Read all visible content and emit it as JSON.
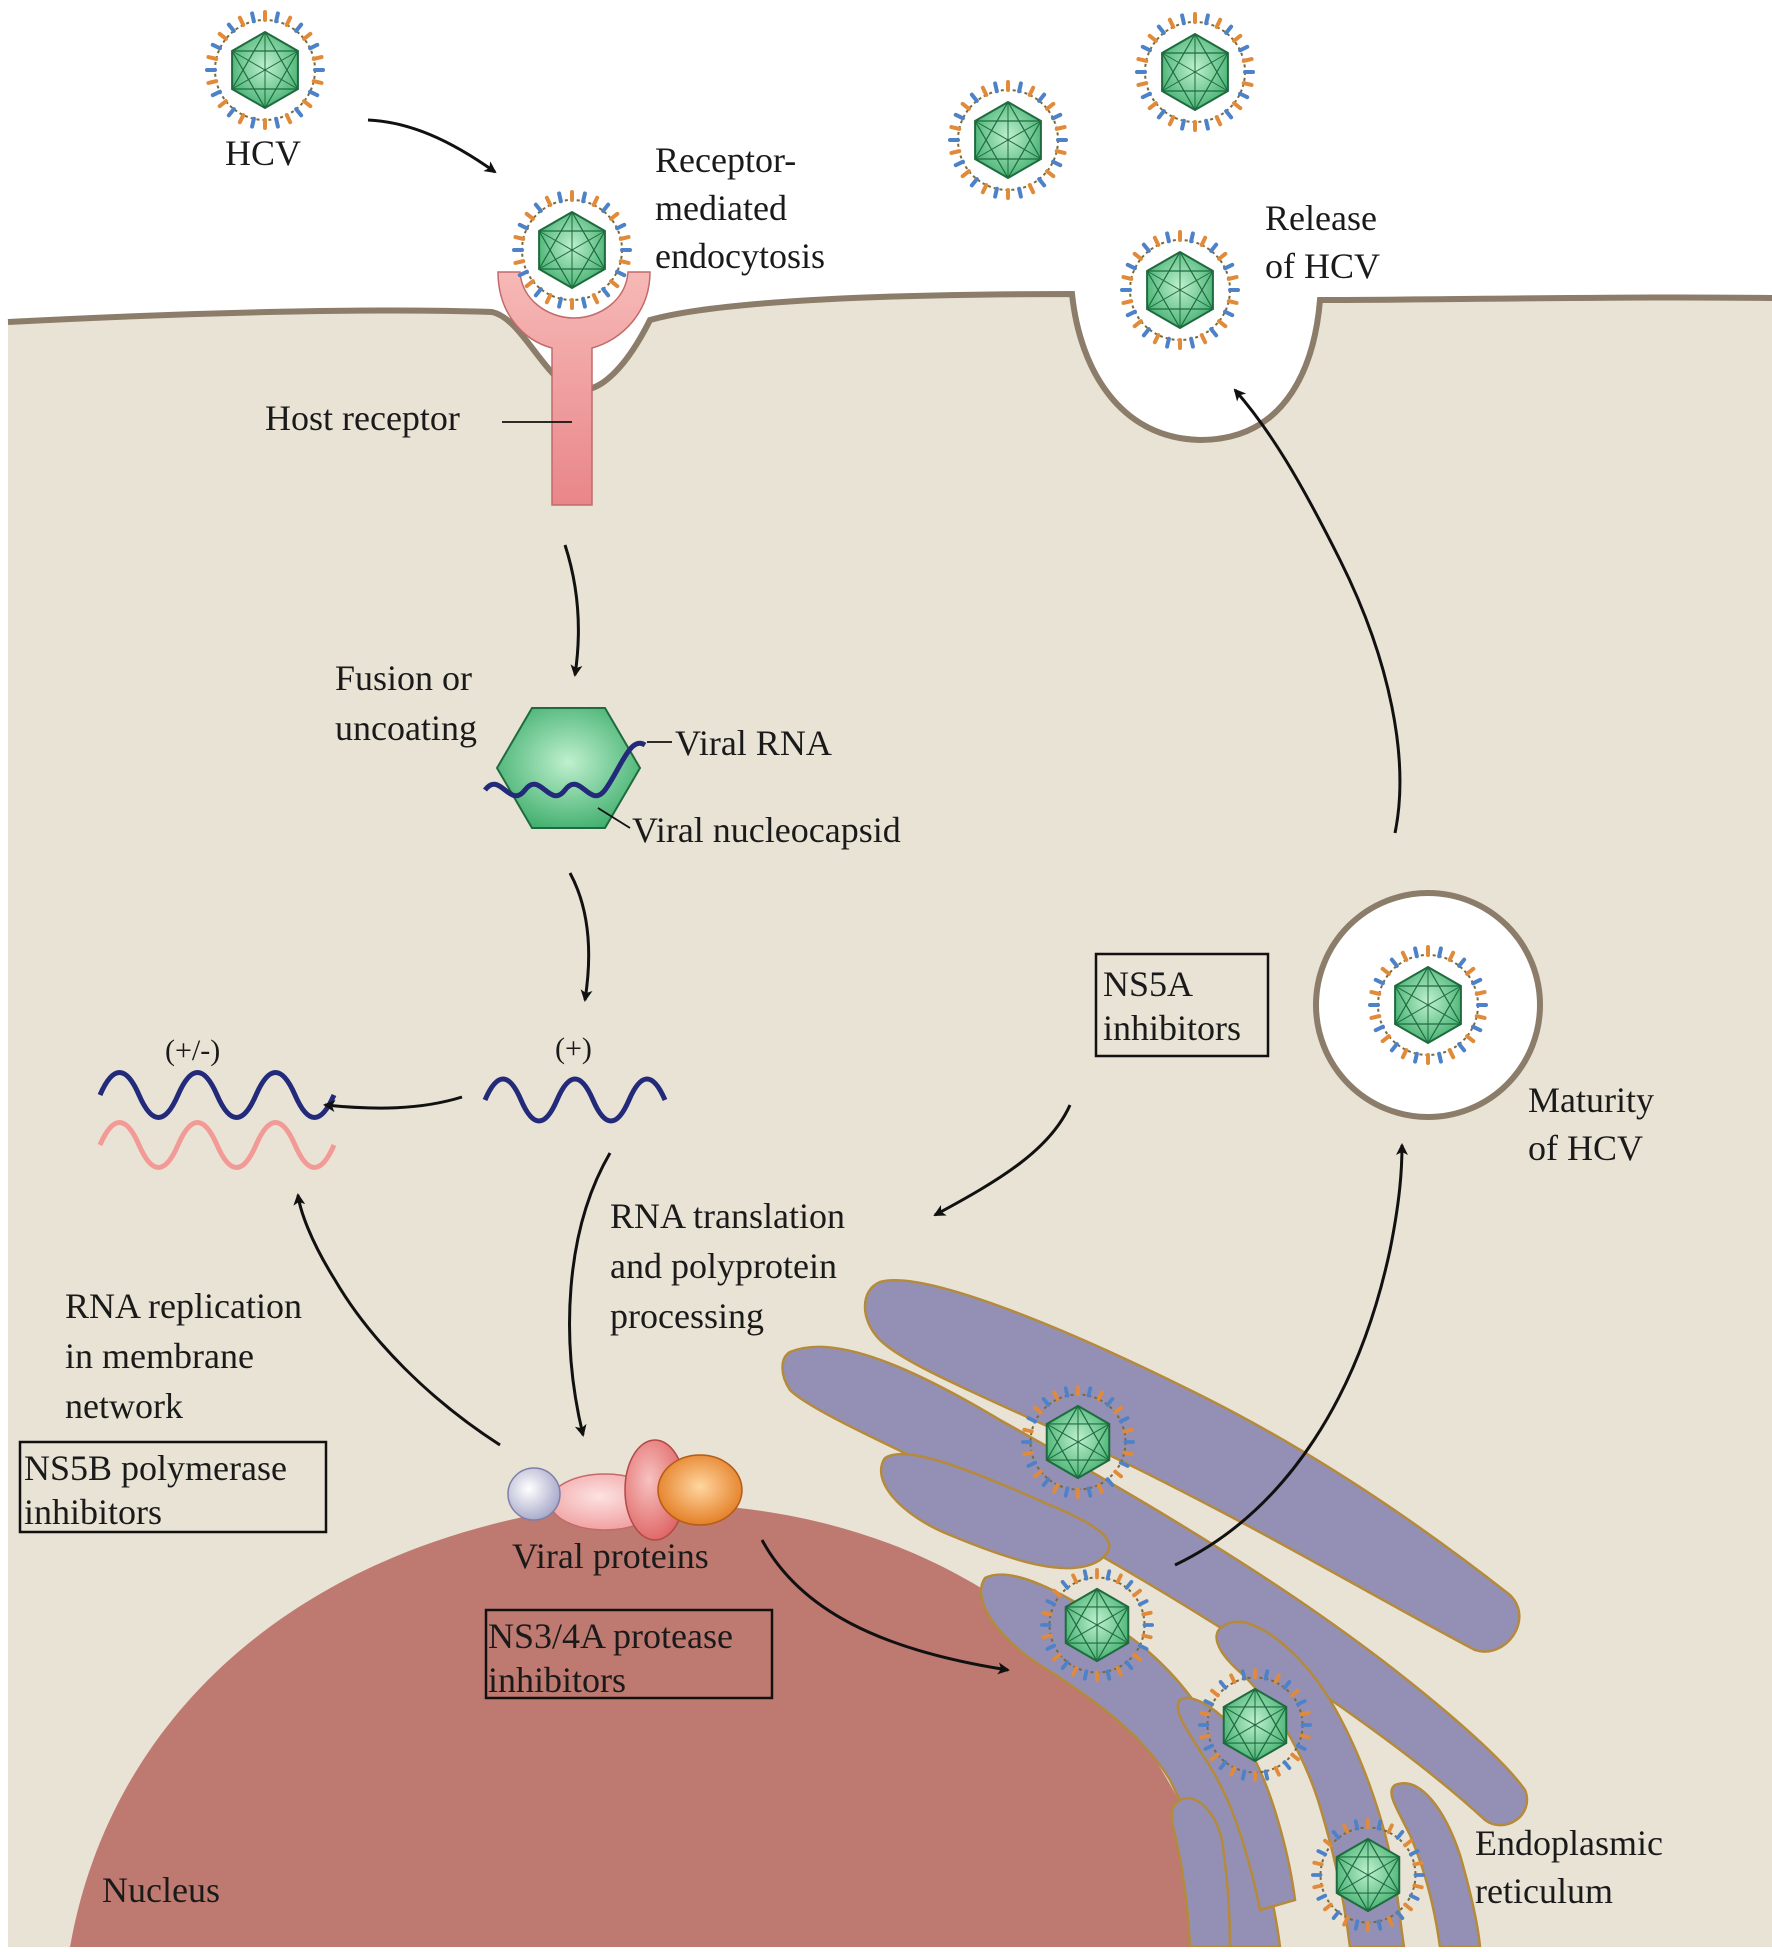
{
  "colors": {
    "cytoplasm": "#e9e3d5",
    "membrane": "#8c7c6a",
    "nucleus": "#be7a70",
    "er_fill": "#9490b5",
    "er_stroke": "#b58a3a",
    "capsid": "#5fc08a",
    "capsid_dark": "#1f6b3f",
    "rna_plus": "#232a7a",
    "rna_minus": "#f19a96",
    "receptor": "#f2a8a8",
    "spike_blue": "#4d82c8",
    "spike_orange": "#e08a3a"
  },
  "labels": {
    "hcv": "HCV",
    "receptor_mediated": [
      "Receptor-",
      "mediated",
      "endocytosis"
    ],
    "host_receptor": "Host receptor",
    "release": [
      "Release",
      "of HCV"
    ],
    "fusion": [
      "Fusion or",
      "uncoating"
    ],
    "viral_rna": "Viral RNA",
    "viral_nucleocapsid": "Viral nucleocapsid",
    "plus_minus": "(+/-)",
    "plus": "(+)",
    "ns5a": [
      "NS5A",
      "inhibitors"
    ],
    "maturity": [
      "Maturity",
      "of HCV"
    ],
    "rna_translation": [
      "RNA translation",
      "and polyprotein",
      "processing"
    ],
    "rna_replication": [
      "RNA replication",
      "in membrane",
      "network"
    ],
    "ns5b": [
      "NS5B polymerase",
      "inhibitors"
    ],
    "viral_proteins": "Viral proteins",
    "ns34a": [
      "NS3/4A protease",
      "inhibitors"
    ],
    "nucleus": "Nucleus",
    "er": [
      "Endoplasmic",
      "reticulum"
    ]
  },
  "virions": [
    {
      "name": "virion-free-topleft"
    },
    {
      "name": "virion-endocytosis"
    },
    {
      "name": "virion-released-1"
    },
    {
      "name": "virion-released-2"
    },
    {
      "name": "virion-release-pit"
    },
    {
      "name": "virion-mature-vesicle"
    },
    {
      "name": "virion-er-1"
    },
    {
      "name": "virion-er-2"
    },
    {
      "name": "virion-er-3"
    },
    {
      "name": "virion-er-4"
    }
  ]
}
